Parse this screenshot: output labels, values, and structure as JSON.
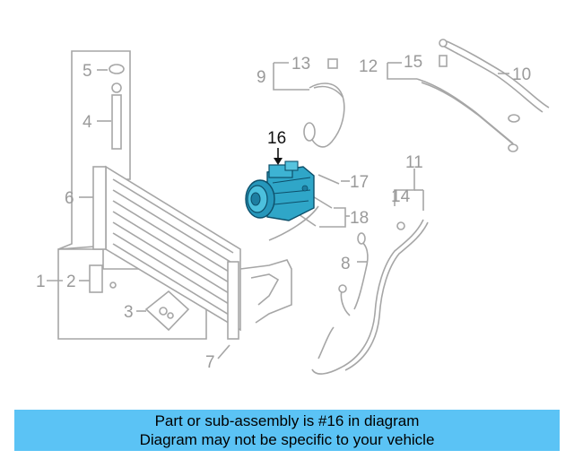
{
  "callouts": {
    "c1": "1",
    "c2": "2",
    "c3": "3",
    "c4": "4",
    "c5": "5",
    "c6": "6",
    "c7": "7",
    "c8": "8",
    "c9": "9",
    "c10": "10",
    "c11": "11",
    "c12": "12",
    "c13": "13",
    "c14": "14",
    "c15": "15",
    "c16": "16",
    "c17": "17",
    "c18": "18"
  },
  "highlight_part": "16",
  "colors": {
    "highlight": "#2ba3c8",
    "banner": "#5bc3f5",
    "line_art": "#a6a6a6"
  },
  "banner": {
    "line1": "Part or sub-assembly is #16 in diagram",
    "line2": "Diagram may not be specific to your vehicle"
  }
}
